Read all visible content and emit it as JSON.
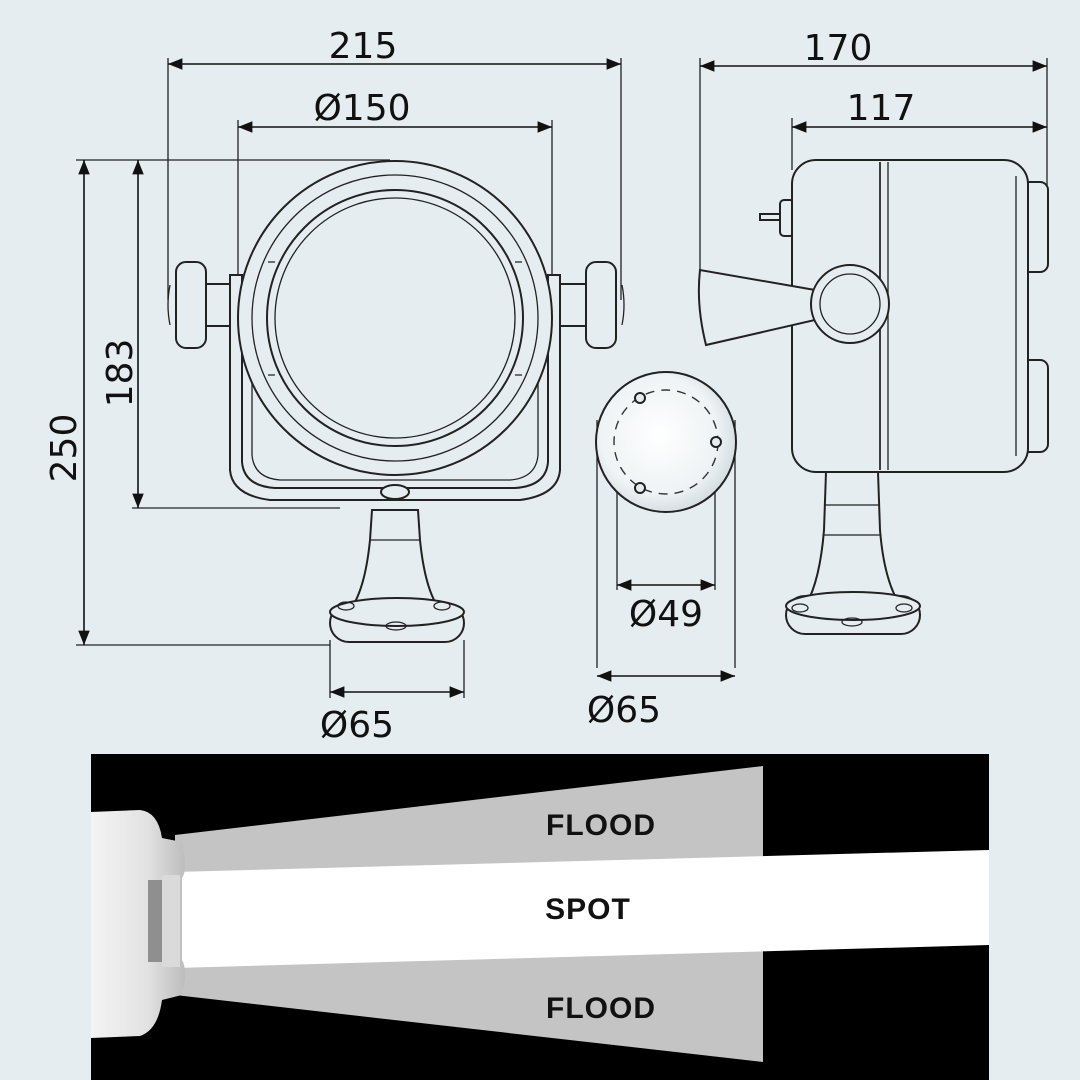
{
  "dimensions": {
    "overall_width": "215",
    "lens_diameter": "Ø150",
    "side_depth": "170",
    "housing_depth": "117",
    "overall_height": "250",
    "bracket_height": "183",
    "base_diameter_front": "Ø65",
    "bolt_circle": "Ø49",
    "base_diameter_bottom": "Ø65"
  },
  "beam": {
    "flood_top": "FLOOD",
    "spot": "SPOT",
    "flood_bottom": "FLOOD"
  },
  "colors": {
    "background": "#e6edf0",
    "beam_panel": "#000000",
    "flood_beam": "#c4c4c4",
    "spot_beam": "#ffffff"
  }
}
